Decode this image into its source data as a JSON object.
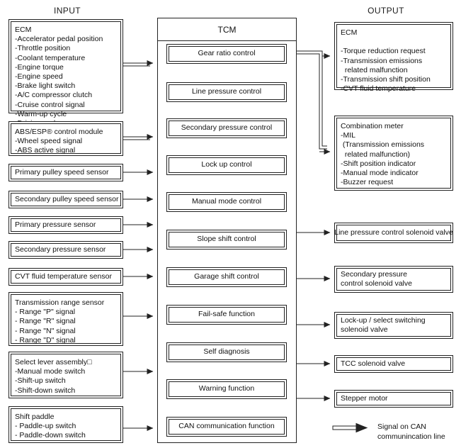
{
  "headers": {
    "input": "INPUT",
    "output": "OUTPUT",
    "tcm": "TCM"
  },
  "inputs": [
    {
      "name": "ecm",
      "text": "ECM\n-Accelerator pedal position\n-Throttle position\n-Coolant temperature\n-Engine torque\n-Engine speed\n-Brake light switch\n-A/C compressor clutch\n-Cruise control signal\n-Warm-up cycle\n-Driving cycle",
      "link": "can"
    },
    {
      "name": "abs-esp-control-module",
      "text": "ABS/ESP® control module\n-Wheel speed signal\n-ABS active signal",
      "link": "can"
    },
    {
      "name": "primary-pulley-speed-sensor",
      "text": "Primary pulley speed sensor",
      "link": "single"
    },
    {
      "name": "secondary-pulley-speed-sensor",
      "text": "Secondary pulley speed sensor",
      "link": "single"
    },
    {
      "name": "primary-pressure-sensor",
      "text": "Primary pressure sensor",
      "link": "single"
    },
    {
      "name": "secondary-pressure-sensor",
      "text": "Secondary pressure sensor",
      "link": "single"
    },
    {
      "name": "cvt-fluid-temperature-sensor",
      "text": "CVT fluid temperature sensor",
      "link": "single"
    },
    {
      "name": "transmission-range-sensor",
      "text": "Transmission range sensor\n- Range \"P\" signal\n- Range \"R\" signal\n- Range \"N\" signal\n- Range \"D\" signal",
      "link": "single"
    },
    {
      "name": "select-lever-assembly",
      "text": "Select lever assembly□\n-Manual mode switch\n-Shift-up switch\n-Shift-down switch",
      "link": "single"
    },
    {
      "name": "shift-paddle",
      "text": "Shift paddle\n- Paddle-up switch\n- Paddle-down switch",
      "link": "single"
    }
  ],
  "tcm_functions": [
    {
      "name": "gear-ratio-control",
      "label": "Gear ratio control"
    },
    {
      "name": "line-pressure-control",
      "label": "Line pressure control"
    },
    {
      "name": "secondary-pressure-control",
      "label": "Secondary pressure control"
    },
    {
      "name": "lock-up-control",
      "label": "Lock up control"
    },
    {
      "name": "manual-mode-control",
      "label": "Manual mode control"
    },
    {
      "name": "slope-shift-control",
      "label": "Slope shift control"
    },
    {
      "name": "garage-shift-control",
      "label": "Garage shift control"
    },
    {
      "name": "fail-safe-function",
      "label": "Fail-safe function"
    },
    {
      "name": "self-diagnosis",
      "label": "Self diagnosis"
    },
    {
      "name": "warning-function",
      "label": "Warning function"
    },
    {
      "name": "can-communication-function",
      "label": "CAN communication function"
    }
  ],
  "outputs": [
    {
      "name": "ecm",
      "text": "ECM\n\n-Torque reduction request\n-Transmission emissions\n  related malfunction\n-Transmission shift position\n-CVT fluid temperature",
      "link": "can"
    },
    {
      "name": "combination-meter",
      "text": "Combination meter\n-MIL\n (Transmission emissions\n  related malfunction)\n-Shift position indicator\n-Manual mode indicator\n-Buzzer request",
      "link": "can"
    },
    {
      "name": "line-pressure-control-solenoid-valve",
      "text": "Line pressure control solenoid valve",
      "link": "single",
      "align": "center"
    },
    {
      "name": "secondary-pressure-control-solenoid-valve",
      "text": "Secondary pressure\ncontrol solenoid valve",
      "link": "single"
    },
    {
      "name": "lock-up-select-switching-solenoid-valve",
      "text": "Lock-up / select switching\nsolenoid valve",
      "link": "single"
    },
    {
      "name": "tcc-solenoid-valve",
      "text": "TCC solenoid valve",
      "link": "single"
    },
    {
      "name": "stepper-motor",
      "text": "Stepper motor",
      "link": "single"
    }
  ],
  "legend": {
    "label": "Signal on CAN\ncommunincation line",
    "icon": "can-arrow-icon"
  },
  "colors": {
    "line": "#222222",
    "text": "#111111",
    "background": "#ffffff"
  }
}
